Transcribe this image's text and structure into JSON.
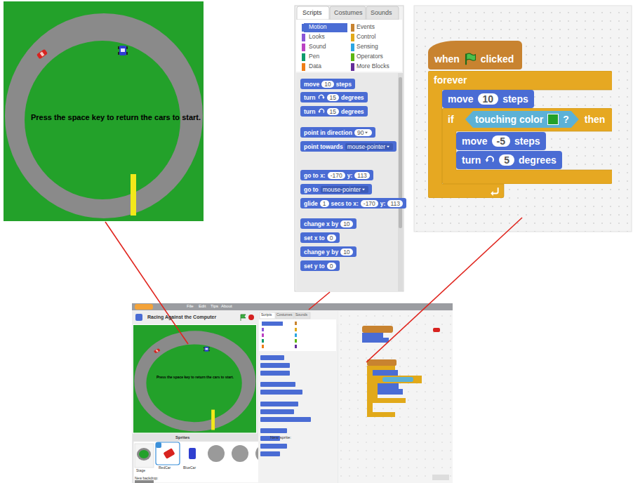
{
  "diagram": {
    "nodes": [
      {
        "text": [
          "move",
          "10",
          "steps"
        ]
      },
      {
        "text": [
          "turn",
          "15",
          "degrees"
        ]
      },
      {
        "text": [
          "turn",
          "15",
          "degrees"
        ]
      },
      {
        "text": [
          "point in direction",
          "90"
        ]
      },
      {
        "text": [
          "point towards",
          "mouse-pointer"
        ]
      },
      {
        "text": [
          "go to x:",
          "-170",
          "y:",
          "113"
        ]
      },
      {
        "text": [
          "go to",
          "mouse-pointer"
        ]
      },
      {
        "text": [
          "glide",
          "1",
          "secs to x:",
          "-170",
          "y:",
          "113"
        ]
      },
      {
        "text": [
          "change x by",
          "10"
        ]
      },
      {
        "text": [
          "set x to",
          "0"
        ]
      },
      {
        "text": [
          "change y by",
          "10"
        ]
      },
      {
        "text": [
          "set y to",
          "0"
        ]
      },
      {
        "text": [
          "when",
          "clicked"
        ]
      },
      {
        "text": [
          "forever"
        ]
      },
      {
        "text": [
          "move",
          "10",
          "steps"
        ],
        "in": 13
      },
      {
        "text": [
          "if",
          "then"
        ],
        "in": 13
      },
      {
        "text": [
          "touching color",
          "?"
        ],
        "in": 15
      },
      {
        "text": [
          "move",
          "-5",
          "steps"
        ],
        "in": 15
      },
      {
        "text": [
          "turn",
          "5",
          "degrees"
        ],
        "in": 15
      }
    ],
    "labels": [
      "Press the space key to return the cars to start.",
      "Scripts",
      "Costumes",
      "Sounds",
      "Motion",
      "Looks",
      "Sound",
      "Pen",
      "Data",
      "Events",
      "Control",
      "Sensing",
      "Operators",
      "More Blocks",
      "Racing Against the Computer",
      "Press the space key to return the cars to start.",
      "Scripts",
      "Costumes",
      "Sounds",
      "Sprites",
      "New sprite:",
      "Stage",
      "RedCar",
      "BlueCar",
      "New backdrop:",
      "File",
      "Edit",
      "Tips",
      "About"
    ]
  }
}
